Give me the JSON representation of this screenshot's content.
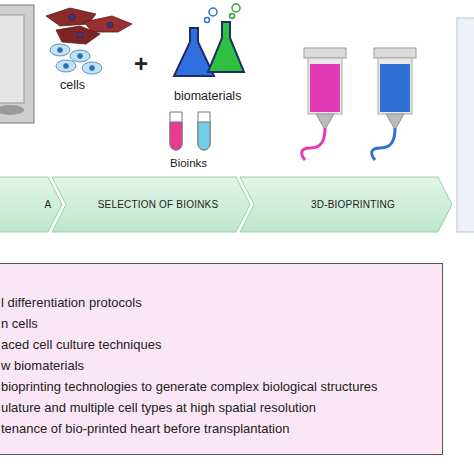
{
  "diagram": {
    "nodes": [
      {
        "text": [
          "A"
        ]
      },
      {
        "text": [
          "SELECTION OF BIOINKS"
        ]
      },
      {
        "text": [
          "3D-BIOPRINTING"
        ]
      },
      {
        "text": [
          "l differentiation protocols",
          "n cells",
          "aced cell culture techniques",
          "w biomaterials",
          "bioprinting technologies to generate complex biological structures",
          "ulature and multiple cell types at high spatial resolution",
          "tenance of bio-printed heart before transplantation"
        ]
      }
    ],
    "labels": [
      "cells",
      "+",
      "biomaterials",
      "Bioinks"
    ]
  }
}
